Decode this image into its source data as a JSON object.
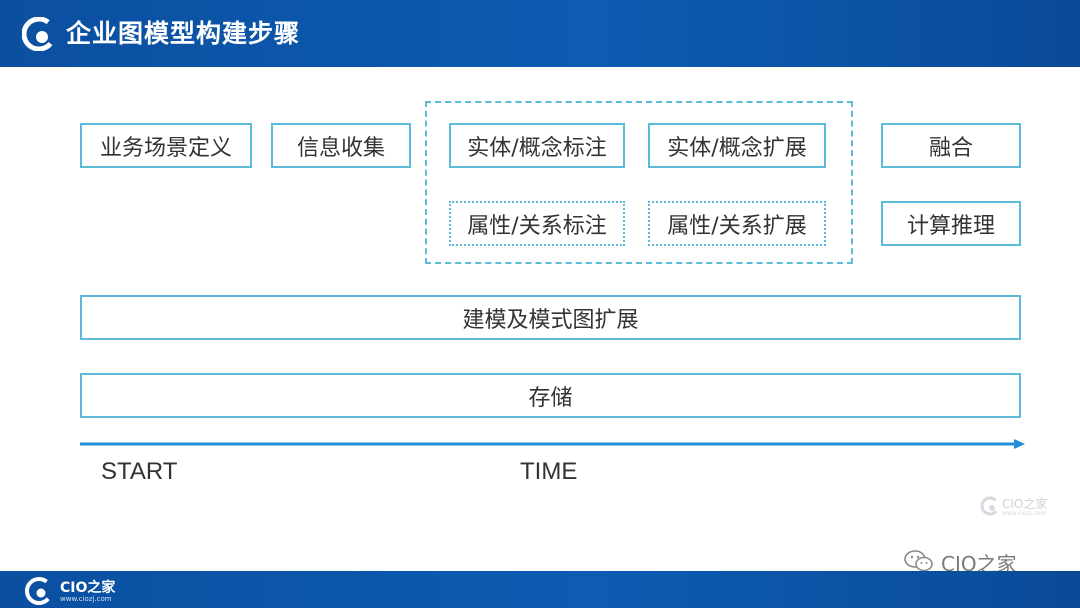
{
  "slide": {
    "title": "企业图模型构建步骤"
  },
  "steps": {
    "scene_definition": "业务场景定义",
    "info_collection": "信息收集",
    "entity_annotation": "实体/概念标注",
    "entity_expansion": "实体/概念扩展",
    "attribute_annotation": "属性/关系标注",
    "attribute_expansion": "属性/关系扩展",
    "fusion": "融合",
    "reasoning": "计算推理",
    "modeling": "建模及模式图扩展",
    "storage": "存储"
  },
  "timeline": {
    "start_label": "START",
    "time_label": "TIME"
  },
  "watermarks": {
    "small_brand": "CIO之家",
    "small_url": "www.ciozj.com",
    "wechat_brand": "CIO之家",
    "footer_brand": "CIO之家",
    "footer_url": "www.ciozj.com"
  },
  "colors": {
    "header_blue": "#0d5cb2",
    "box_border": "#5bbbd8",
    "arrow": "#1e8fd6",
    "text": "#333333"
  },
  "icons": {
    "header_logo": "cio-logo-icon",
    "wechat": "wechat-icon",
    "arrow": "arrow-right-icon"
  }
}
